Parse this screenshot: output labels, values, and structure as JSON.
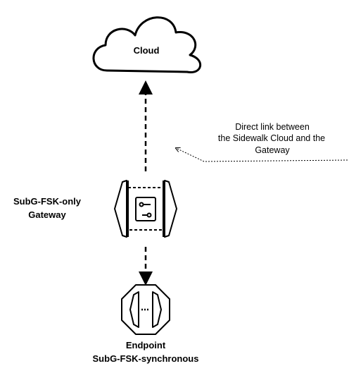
{
  "cloud": {
    "label": "Cloud"
  },
  "gateway": {
    "label_line1": "SubG-FSK-only",
    "label_line2": "Gateway"
  },
  "endpoint": {
    "label_line1": "Endpoint",
    "label_line2": "SubG-FSK-synchronous"
  },
  "annotation": {
    "line1": "Direct link between",
    "line2": "the Sidewalk Cloud and the",
    "line3": "Gateway"
  },
  "colors": {
    "stroke": "#000000",
    "background": "#ffffff"
  },
  "icons": {
    "cloud": "cloud-icon",
    "gateway": "gateway-icon",
    "endpoint": "endpoint-icon",
    "chip": "chip-icon"
  }
}
